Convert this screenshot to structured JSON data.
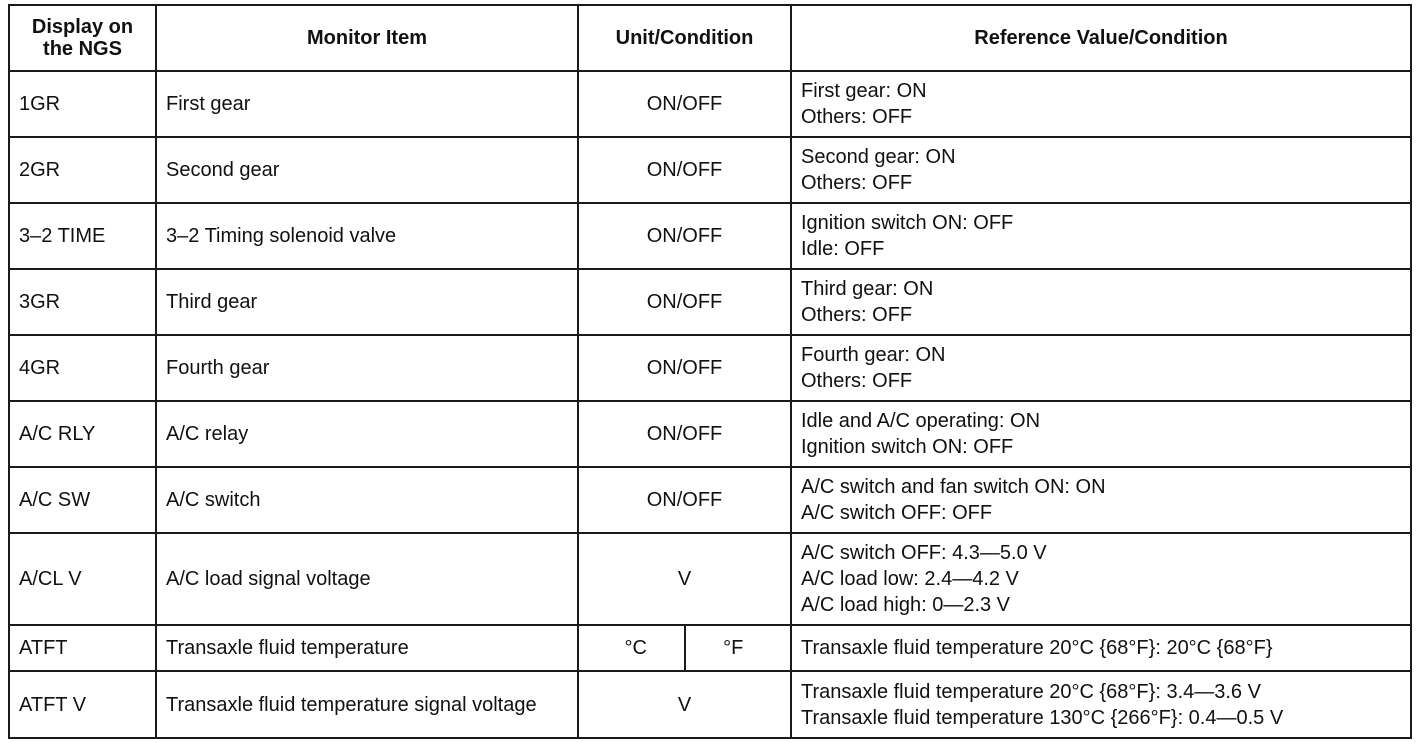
{
  "table": {
    "headers": [
      "Display on the NGS",
      "Monitor Item",
      "Unit/Condition",
      "Reference Value/Condition"
    ],
    "rows": [
      {
        "display": "1GR",
        "item": "First gear",
        "unit": "ON/OFF",
        "reference": [
          "First gear: ON",
          "Others: OFF"
        ]
      },
      {
        "display": "2GR",
        "item": "Second gear",
        "unit": "ON/OFF",
        "reference": [
          "Second gear: ON",
          "Others: OFF"
        ]
      },
      {
        "display": "3–2 TIME",
        "item": "3–2 Timing solenoid valve",
        "unit": "ON/OFF",
        "reference": [
          "Ignition switch ON: OFF",
          "Idle: OFF"
        ]
      },
      {
        "display": "3GR",
        "item": "Third gear",
        "unit": "ON/OFF",
        "reference": [
          "Third gear: ON",
          "Others: OFF"
        ]
      },
      {
        "display": "4GR",
        "item": "Fourth gear",
        "unit": "ON/OFF",
        "reference": [
          "Fourth gear: ON",
          "Others: OFF"
        ]
      },
      {
        "display": "A/C RLY",
        "item": "A/C relay",
        "unit": "ON/OFF",
        "reference": [
          "Idle and A/C operating: ON",
          "Ignition switch ON: OFF"
        ]
      },
      {
        "display": "A/C SW",
        "item": "A/C switch",
        "unit": "ON/OFF",
        "reference": [
          "A/C switch and fan switch ON: ON",
          "A/C switch OFF: OFF"
        ]
      },
      {
        "display": "A/CL V",
        "item": "A/C load signal voltage",
        "unit": "V",
        "reference": [
          "A/C switch OFF: 4.3—5.0 V",
          "A/C load low: 2.4—4.2 V",
          "A/C load high: 0—2.3 V"
        ]
      },
      {
        "display": "ATFT",
        "item": "Transaxle fluid temperature",
        "unit_c": "°C",
        "unit_f": "°F",
        "reference": [
          "Transaxle fluid temperature 20°C {68°F}: 20°C {68°F}"
        ]
      },
      {
        "display": "ATFT V",
        "item": "Transaxle fluid temperature signal voltage",
        "unit": "V",
        "reference": [
          "Transaxle fluid temperature 20°C {68°F}: 3.4—3.6 V",
          "Transaxle fluid temperature 130°C {266°F}: 0.4—0.5 V"
        ]
      }
    ]
  }
}
